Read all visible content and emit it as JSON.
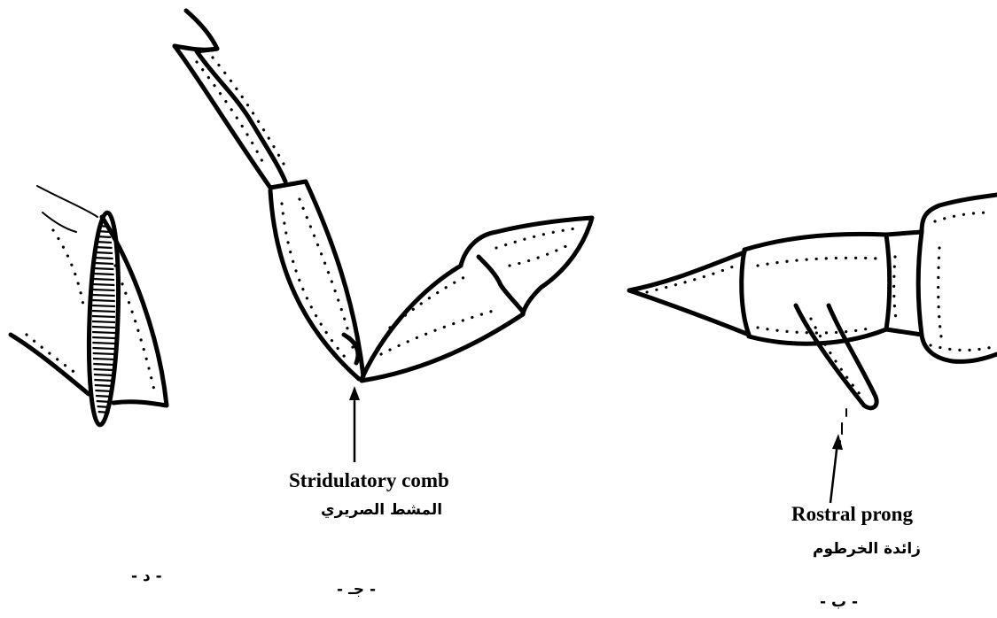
{
  "labels": {
    "stridulatory_en": "Stridulatory comb",
    "stridulatory_ar": "المشط الصريري",
    "rostral_en": "Rostral prong",
    "rostral_ar": "زائدة الخرطوم"
  },
  "panels": {
    "d": "- د -",
    "j": "- جـ -",
    "b": "- ب -"
  },
  "colors": {
    "ink": "#000000",
    "background": "#ffffff"
  }
}
